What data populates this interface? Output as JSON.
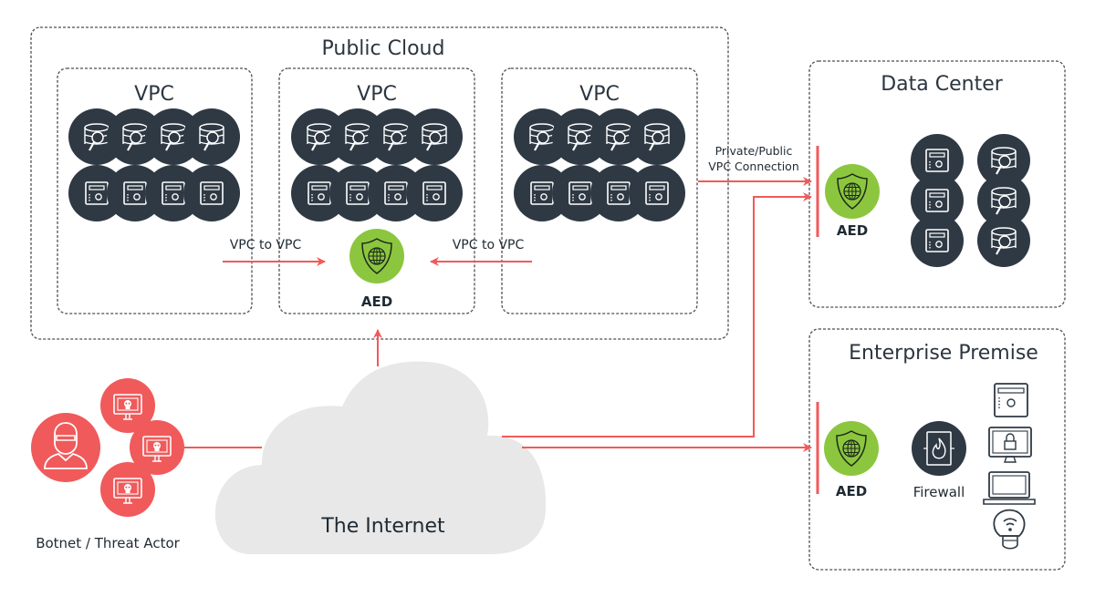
{
  "diagram": {
    "public_cloud": {
      "title": "Public Cloud",
      "vpcs": [
        {
          "title": "VPC",
          "rows": [
            {
              "icon": "database-search-icon",
              "count": 4
            },
            {
              "icon": "server-icon",
              "count": 4
            }
          ]
        },
        {
          "title": "VPC",
          "rows": [
            {
              "icon": "database-search-icon",
              "count": 4
            },
            {
              "icon": "server-icon",
              "count": 4
            }
          ]
        },
        {
          "title": "VPC",
          "rows": [
            {
              "icon": "database-search-icon",
              "count": 4
            },
            {
              "icon": "server-icon",
              "count": 4
            }
          ]
        }
      ],
      "aed_label": "AED",
      "left_link_label": "VPC to VPC",
      "right_link_label": "VPC to VPC"
    },
    "connection_label_line1": "Private/Public",
    "connection_label_line2": "VPC Connection",
    "data_center": {
      "title": "Data Center",
      "aed_label": "AED",
      "servers": 3,
      "databases": 3
    },
    "enterprise": {
      "title": "Enterprise Premise",
      "aed_label": "AED",
      "firewall_label": "Firewall",
      "devices": [
        "server-icon",
        "locked-monitor-icon",
        "laptop-icon",
        "smart-bulb-icon"
      ]
    },
    "internet": {
      "label": "The Internet"
    },
    "threat": {
      "label": "Botnet / Threat Actor",
      "bots": 3
    },
    "colors": {
      "dark": "#2e3944",
      "aed_green": "#8cc63f",
      "threat_red": "#f05a5b",
      "arrow_red": "#f2595a",
      "cloud_gray": "#e8e8e8",
      "dash": "#4a4f55"
    }
  }
}
